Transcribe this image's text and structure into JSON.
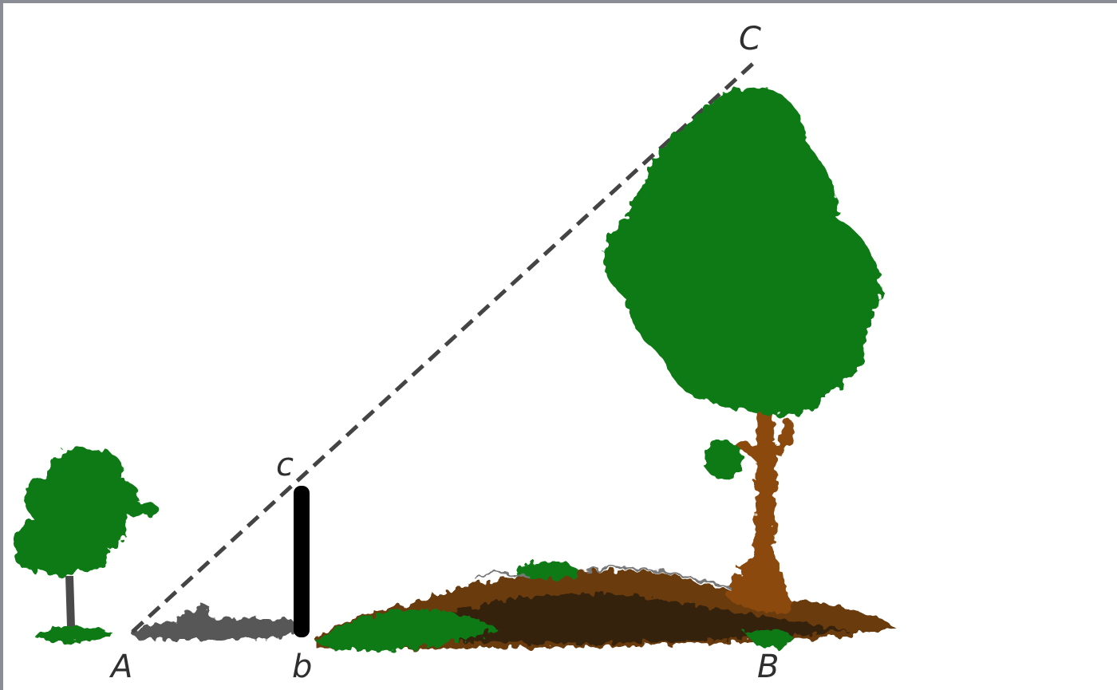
{
  "labels": {
    "A": "A",
    "b": "b",
    "c_stick": "c",
    "C_tree": "C",
    "B": "B"
  },
  "colors": {
    "foliage": "#0e7a14",
    "trunk": "#8b4a0c",
    "soil": "#6b3b10",
    "dark_soil": "#241a10",
    "stick": "#000000",
    "sight_line": "#444444",
    "figure": "#3a3a3a"
  }
}
